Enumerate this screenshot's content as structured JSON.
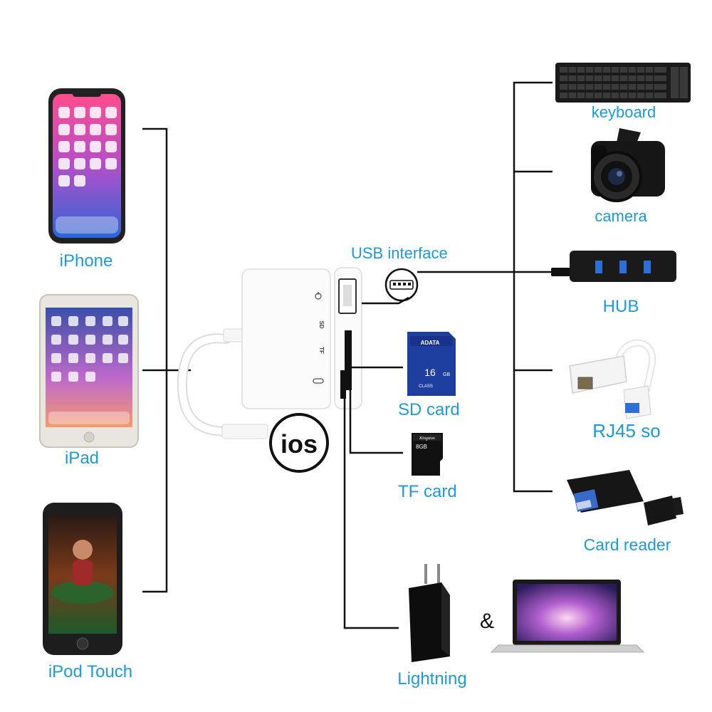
{
  "devices": [
    {
      "name": "iPhone"
    },
    {
      "name": "iPad"
    },
    {
      "name": "iPod Touch"
    }
  ],
  "adapter": {
    "badge": "ios",
    "port_marks": [
      "SD",
      "TF"
    ]
  },
  "ports": {
    "usb_label": "USB interface",
    "sd_label": "SD card",
    "tf_label": "TF card",
    "lightning_label": "Lightning",
    "ampersand": "&"
  },
  "cards": {
    "sd_brand": "ADATA",
    "sd_capacity": "16",
    "sd_unit": "GB",
    "sd_class": "CLASS",
    "tf_brand": "Kingston",
    "tf_capacity": "8GB"
  },
  "peripherals": [
    {
      "name": "keyboard"
    },
    {
      "name": "camera"
    },
    {
      "name": "HUB"
    },
    {
      "name": "RJ45 so"
    },
    {
      "name": "Card reader"
    }
  ],
  "colors": {
    "label_blue": "#1e9ad6",
    "line": "#111111",
    "sd_card_blue": "#1f3fa0"
  }
}
